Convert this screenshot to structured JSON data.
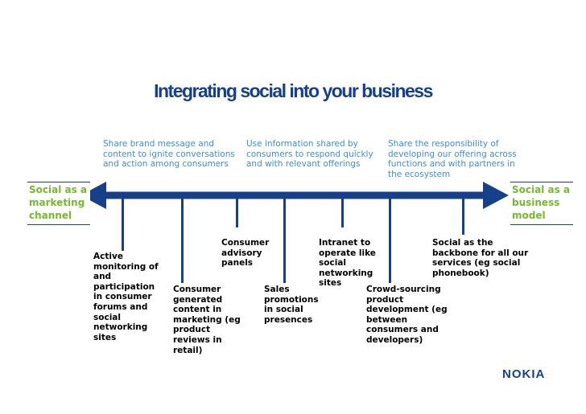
{
  "title": "Integrating social into your business",
  "top_texts": [
    "Share brand message and\ncontent to ignite conversations\nand action among consumers",
    "Use information shared by\nconsumers to respond quickly\nand with relevant offerings",
    "Share the responsibility of\ndeveloping our offering across\nfunctions and with partners in\nthe ecosystem"
  ],
  "left_label": "Social as a\nmarketing\nchannel",
  "right_label": "Social as a\nbusiness\nmodel",
  "items": [
    "Active\nmonitoring of\nand\nparticipation\nin consumer\nforums and\nsocial\nnetworking\nsites",
    "Consumer\ngenerated\ncontent in\nmarketing (eg\nproduct\nreviews in\nretail)",
    "Consumer\nadvisory\npanels",
    "Sales\npromotions\nin social\npresences",
    "Intranet to\noperate like\nsocial\nnetworking\nsites",
    "Crowd-sourcing\nproduct\ndevelopment (eg\nbetween\nconsumers and\ndevelopers)",
    "Social as the\nbackbone for all our\nservices (eg social\nphonebook)"
  ],
  "logo": "NOKIA",
  "colors": {
    "arrow": "#17408b",
    "top_text": "#3d8fd0",
    "side_label": "#74b92f",
    "item_text": "#000000"
  }
}
